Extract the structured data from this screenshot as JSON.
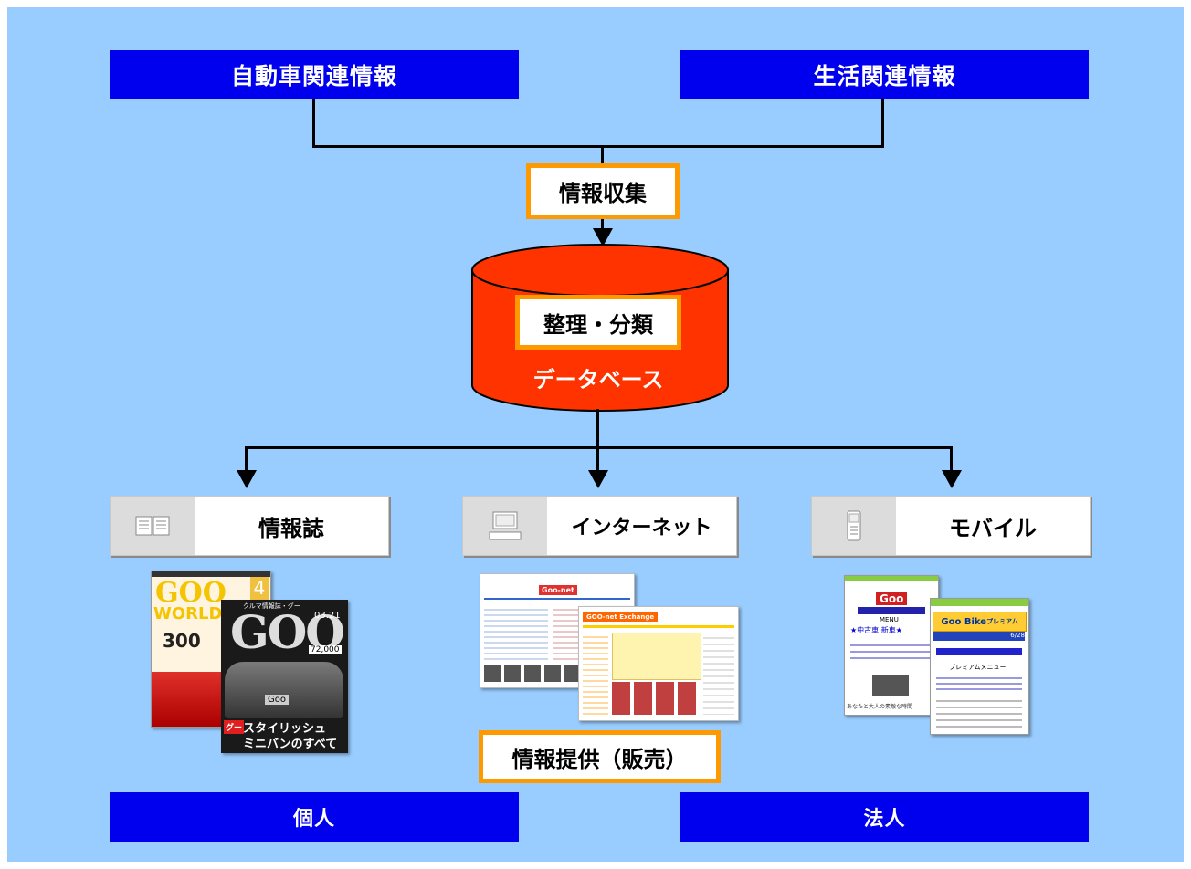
{
  "sources": {
    "left": "自動車関連情報",
    "right": "生活関連情報"
  },
  "collect": "情報収集",
  "database": {
    "inner": "整理・分類",
    "caption": "データベース"
  },
  "channels": [
    {
      "label": "情報誌",
      "icon": "book-icon"
    },
    {
      "label": "インターネット",
      "icon": "computer-icon"
    },
    {
      "label": "モバイル",
      "icon": "mobile-phone-icon"
    }
  ],
  "magazines": {
    "back": {
      "title1": "GOO",
      "title2": "WORLD",
      "number": "300",
      "issue": "4"
    },
    "front": {
      "masthead": "クルマ情報誌・グー",
      "title": "GOO",
      "date": "03.21",
      "price": "72,000",
      "badge": "Goo",
      "headline1": "スタイリッシュ",
      "headline2": "ミニバンのすべて",
      "brand": "グー"
    }
  },
  "websites": {
    "back_logo": "Goo-net",
    "front_banner": "GOO-net Exchange"
  },
  "mobile": {
    "left": {
      "logo": "Goo",
      "menu": "MENU",
      "item1": "★中古車 新車★",
      "caption": "あなたと大人の素敵な時間"
    },
    "right": {
      "logo": "Goo Bike",
      "logo_suffix": "プレミアム",
      "date": "6/28",
      "menu": "プレミアムメニュー"
    }
  },
  "provide": "情報提供（販売）",
  "targets": {
    "left": "個人",
    "right": "法人"
  },
  "colors": {
    "background": "#99ccff",
    "blue_box": "#0000ee",
    "orange_border": "#ff9900",
    "database": "#ff3300"
  }
}
